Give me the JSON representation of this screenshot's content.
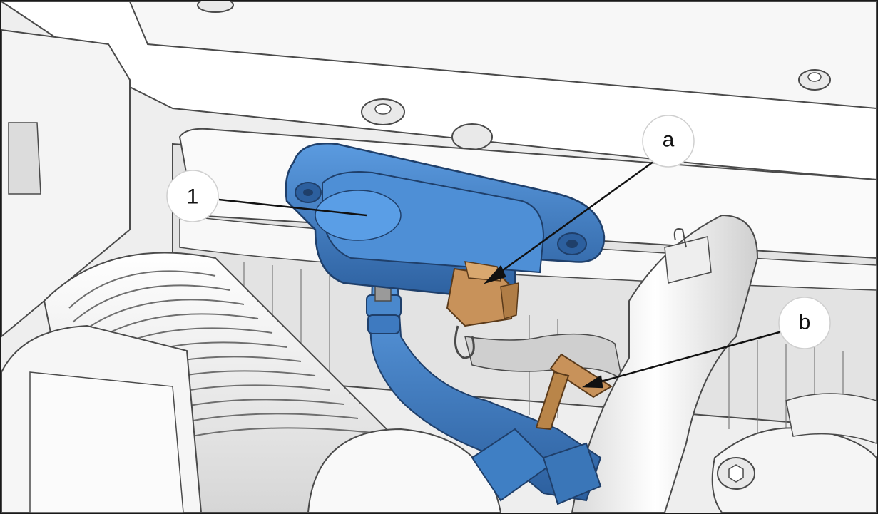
{
  "callouts": [
    {
      "id": "callout-1",
      "label": "1"
    },
    {
      "id": "callout-a",
      "label": "a"
    },
    {
      "id": "callout-b",
      "label": "b"
    }
  ],
  "colors": {
    "background": "#f2f2f2",
    "outline": "#4a4a4a",
    "sensor": "#3f7fc4",
    "sensor_dark": "#2c5f9e",
    "connector": "#c8925a",
    "clip": "#c8925a"
  },
  "components": {
    "sensor_icon": "pressure-sensor-icon",
    "connector_icon": "electrical-connector-icon",
    "clip_icon": "hose-clip-icon"
  }
}
